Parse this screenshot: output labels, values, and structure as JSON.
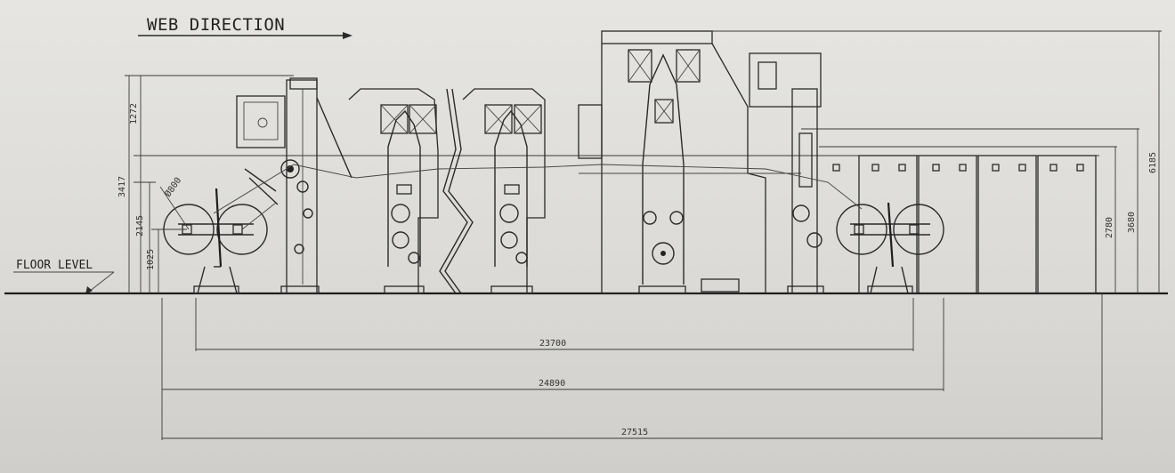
{
  "drawing": {
    "title": "WEB DIRECTION",
    "floor_label": "FLOOR LEVEL",
    "dimensions": {
      "overall_length_1": "23700",
      "overall_length_2": "24890",
      "overall_length_3": "27515",
      "height_right_1": "6185",
      "height_right_2": "3680",
      "height_right_3": "2780",
      "height_left_1": "1272",
      "height_left_2": "3417",
      "height_left_3": "2145",
      "height_left_4": "1025",
      "roll_diameter": "Ø800"
    }
  },
  "colors": {
    "paper": "#e2e1dd",
    "ink": "#2a2a2a"
  }
}
